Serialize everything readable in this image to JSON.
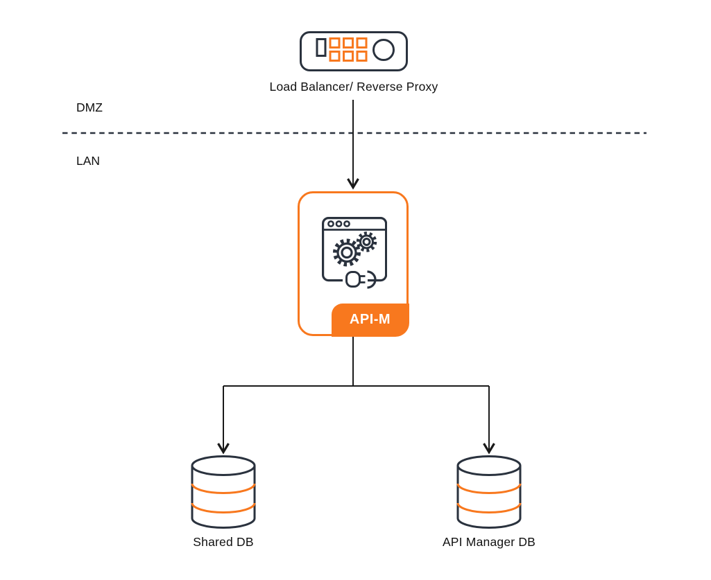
{
  "zones": {
    "dmz": "DMZ",
    "lan": "LAN"
  },
  "nodes": {
    "load_balancer": {
      "label": "Load Balancer/ Reverse Proxy",
      "icon": "load-balancer-icon"
    },
    "api_manager": {
      "badge": "API-M",
      "icon": "api-gateway-gears-plug-icon"
    },
    "shared_db": {
      "label": "Shared DB",
      "icon": "database-icon"
    },
    "api_manager_db": {
      "label": "API Manager DB",
      "icon": "database-icon"
    }
  },
  "edges": [
    {
      "from": "load_balancer",
      "to": "api_manager",
      "type": "arrow"
    },
    {
      "from": "api_manager",
      "to": "shared_db",
      "type": "arrow"
    },
    {
      "from": "api_manager",
      "to": "api_manager_db",
      "type": "arrow"
    }
  ],
  "colors": {
    "accent_orange": "#F8781E",
    "outline_dark": "#2A323E",
    "arrow": "#1A1A1A",
    "badge_text": "#FFFFFF",
    "background": "#FFFFFF"
  }
}
